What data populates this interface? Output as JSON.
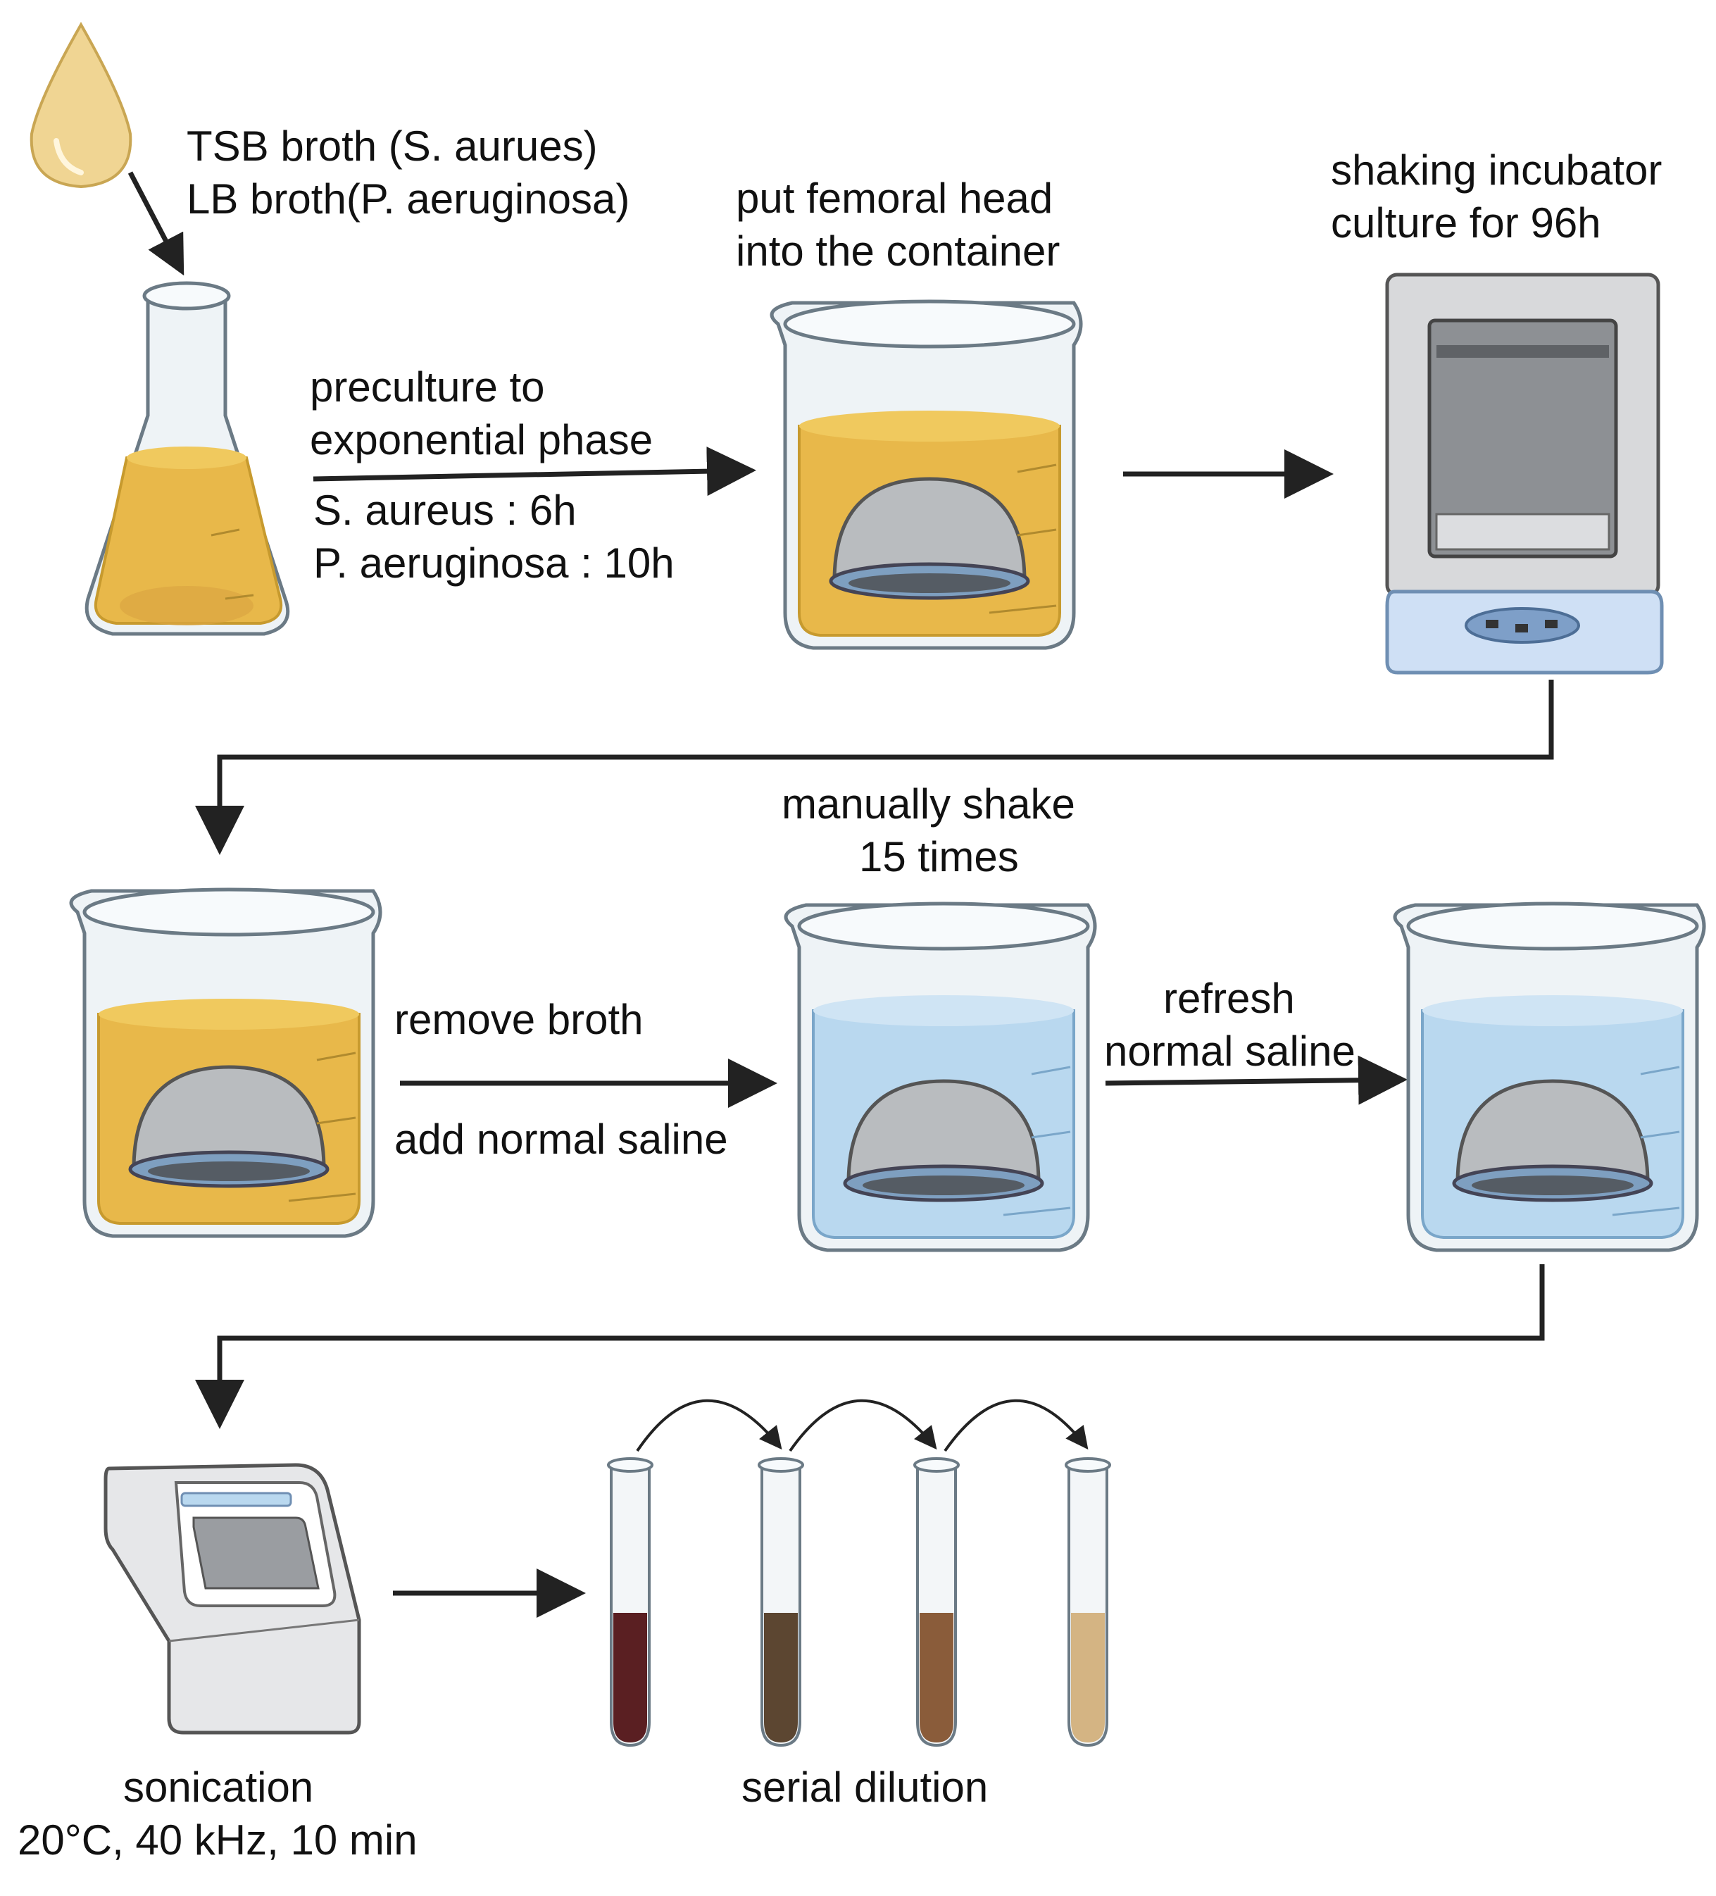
{
  "labels": {
    "broth_line1": "TSB broth (S. aurues)",
    "broth_line2": "LB broth(P. aeruginosa)",
    "preculture_line1": "preculture to",
    "preculture_line2": "exponential phase",
    "time_aureus": "S. aureus : 6h",
    "time_aeruginosa": "P. aeruginosa : 10h",
    "femoral_line1": "put femoral head",
    "femoral_line2": "into the container",
    "incubator_line1": "shaking incubator",
    "incubator_line2": "culture for 96h",
    "shake_line1": "manually shake",
    "shake_line2": "15 times",
    "remove_broth": "remove  broth",
    "add_saline": "add normal saline",
    "refresh_line1": "refresh",
    "refresh_line2": "normal saline",
    "sonication_line1": "sonication",
    "sonication_line2": "20°C, 40 kHz, 10 min",
    "serial_dilution": "serial dilution"
  },
  "colors": {
    "broth": "#e8b84a",
    "saline": "#b9d8ef",
    "arrow": "#222222",
    "tube_1": "#5a1f22",
    "tube_2": "#5c4631",
    "tube_3": "#8a5c3a",
    "tube_4": "#d4b483"
  }
}
